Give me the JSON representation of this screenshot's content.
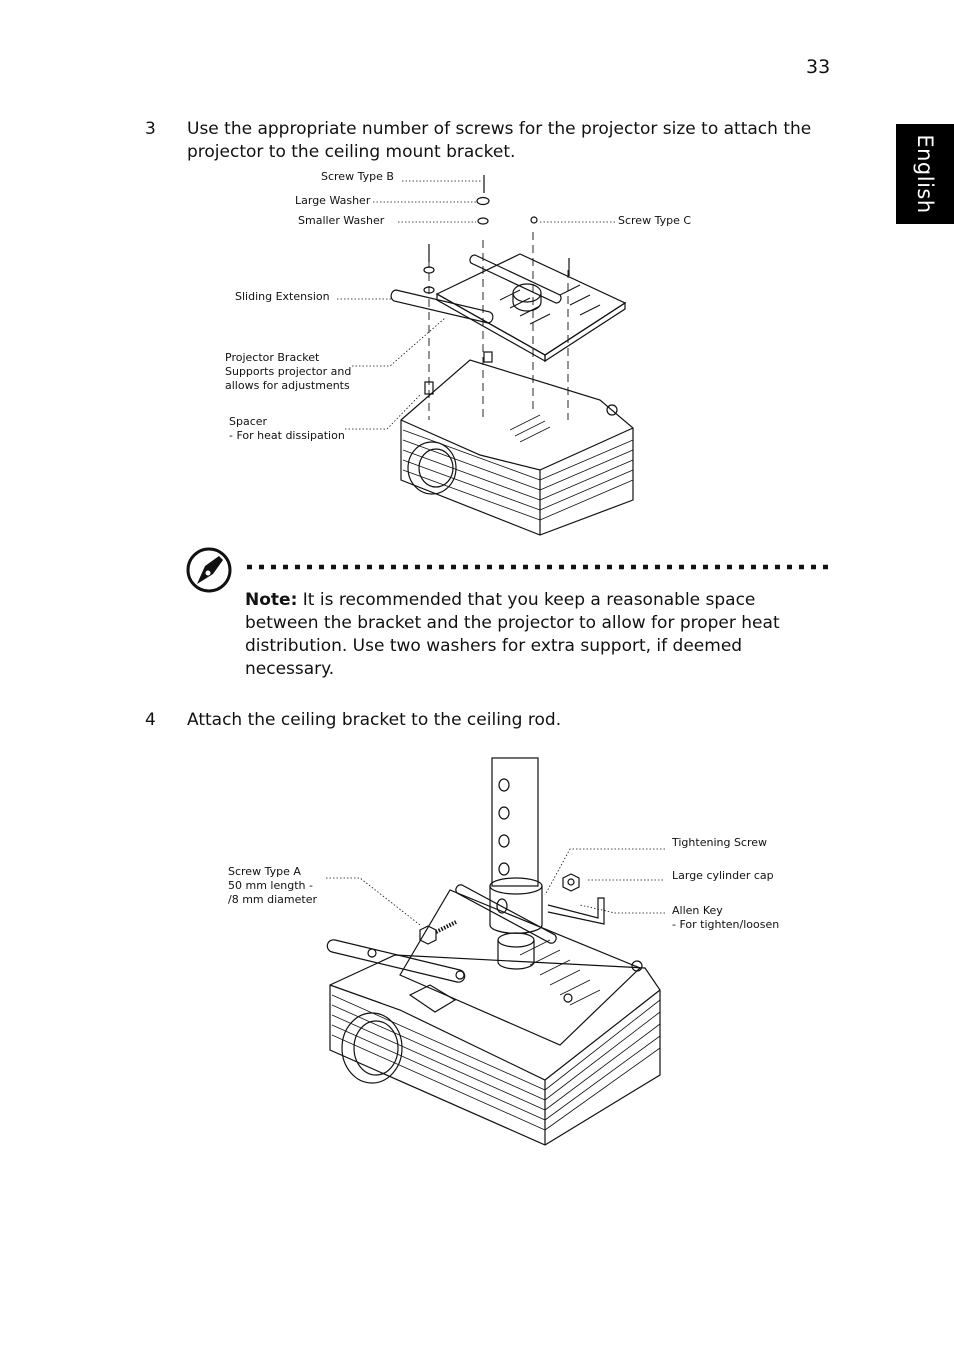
{
  "page_number": "33",
  "side_tab": "English",
  "steps": [
    {
      "number": "3",
      "text": "Use the appropriate number of screws for the projector size to attach the projector to the ceiling mount bracket."
    },
    {
      "number": "4",
      "text": "Attach the ceiling bracket to the ceiling rod."
    }
  ],
  "note": {
    "label": "Note:",
    "text": " It is recommended that you keep a reasonable space between the bracket and the projector to allow for proper heat distribution. Use two washers for extra support, if deemed necessary."
  },
  "figure1": {
    "labels": {
      "screw_b": "Screw Type B",
      "large_washer": "Large Washer",
      "smaller_washer": "Smaller Washer",
      "screw_c": "Screw Type C",
      "sliding_extension": "Sliding Extension",
      "projector_bracket_1": "Projector Bracket",
      "projector_bracket_2": "Supports projector and",
      "projector_bracket_3": "allows for adjustments",
      "spacer_1": "Spacer",
      "spacer_2": "- For heat dissipation"
    }
  },
  "figure2": {
    "labels": {
      "tightening_screw": "Tightening Screw",
      "large_cylinder_cap": "Large cylinder cap",
      "allen_key_1": "Allen Key",
      "allen_key_2": "- For tighten/loosen",
      "screw_a_1": "Screw Type A",
      "screw_a_2": "50 mm length -",
      "screw_a_3": "/8 mm diameter"
    }
  }
}
